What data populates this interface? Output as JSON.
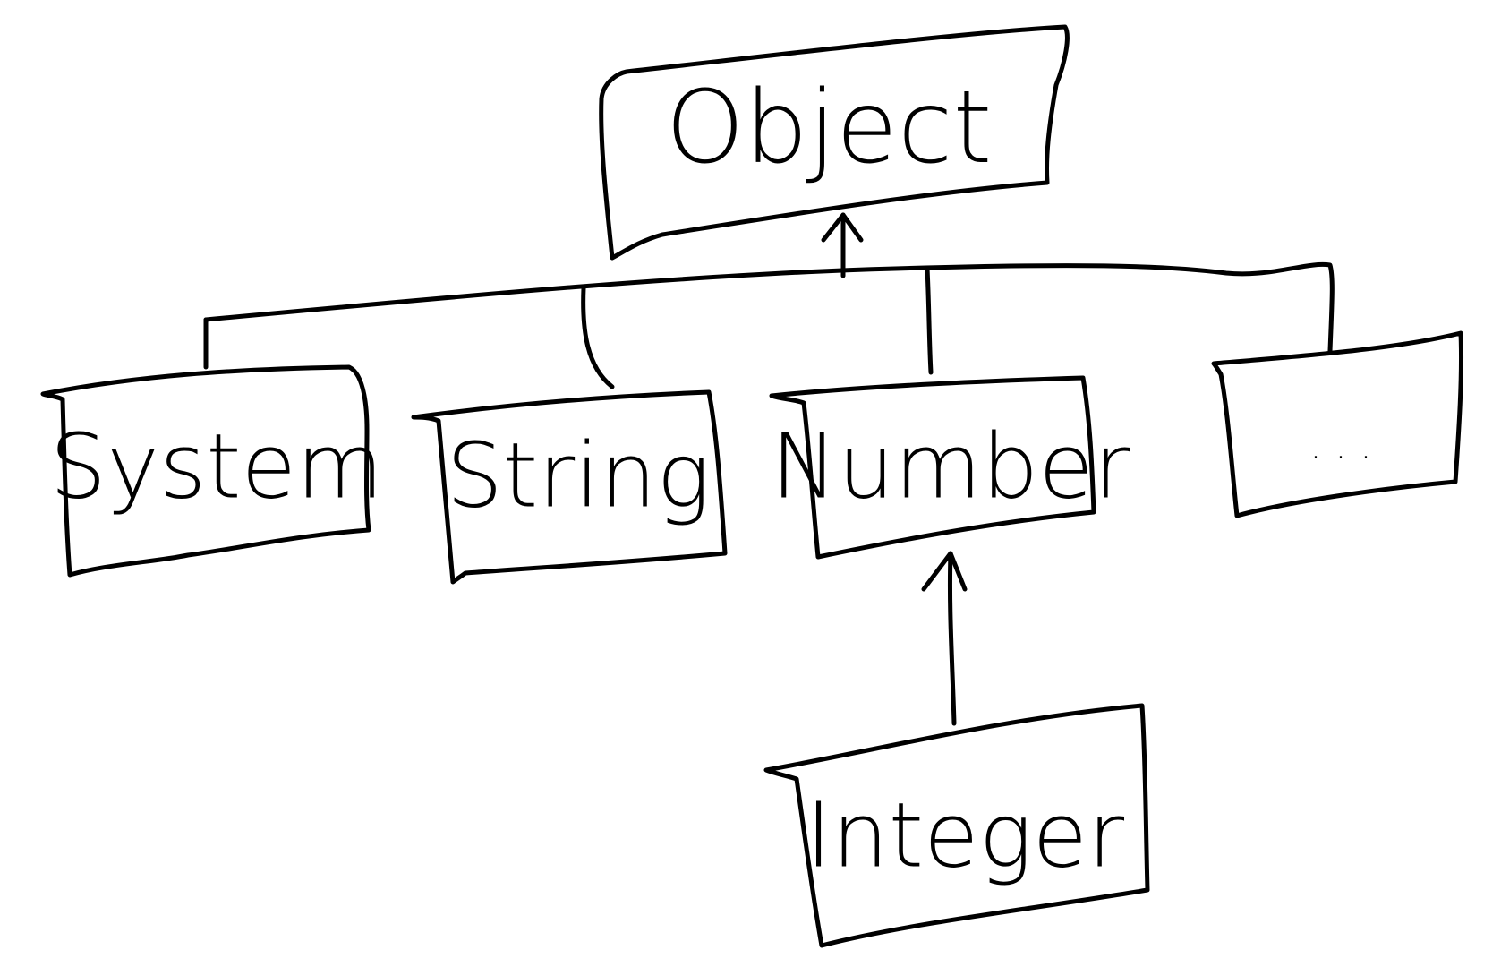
{
  "diagram": {
    "colors": {
      "background": "#ffffff",
      "ink": "#000000"
    },
    "nodes": [
      {
        "id": "object",
        "label": "Object"
      },
      {
        "id": "system",
        "label": "System"
      },
      {
        "id": "string",
        "label": "String"
      },
      {
        "id": "number",
        "label": "Number"
      },
      {
        "id": "more",
        "label": ". . ."
      },
      {
        "id": "integer",
        "label": "Integer"
      }
    ],
    "edges": [
      {
        "from": "system",
        "to": "object"
      },
      {
        "from": "string",
        "to": "object"
      },
      {
        "from": "number",
        "to": "object"
      },
      {
        "from": "more",
        "to": "object"
      },
      {
        "from": "integer",
        "to": "number"
      }
    ]
  }
}
